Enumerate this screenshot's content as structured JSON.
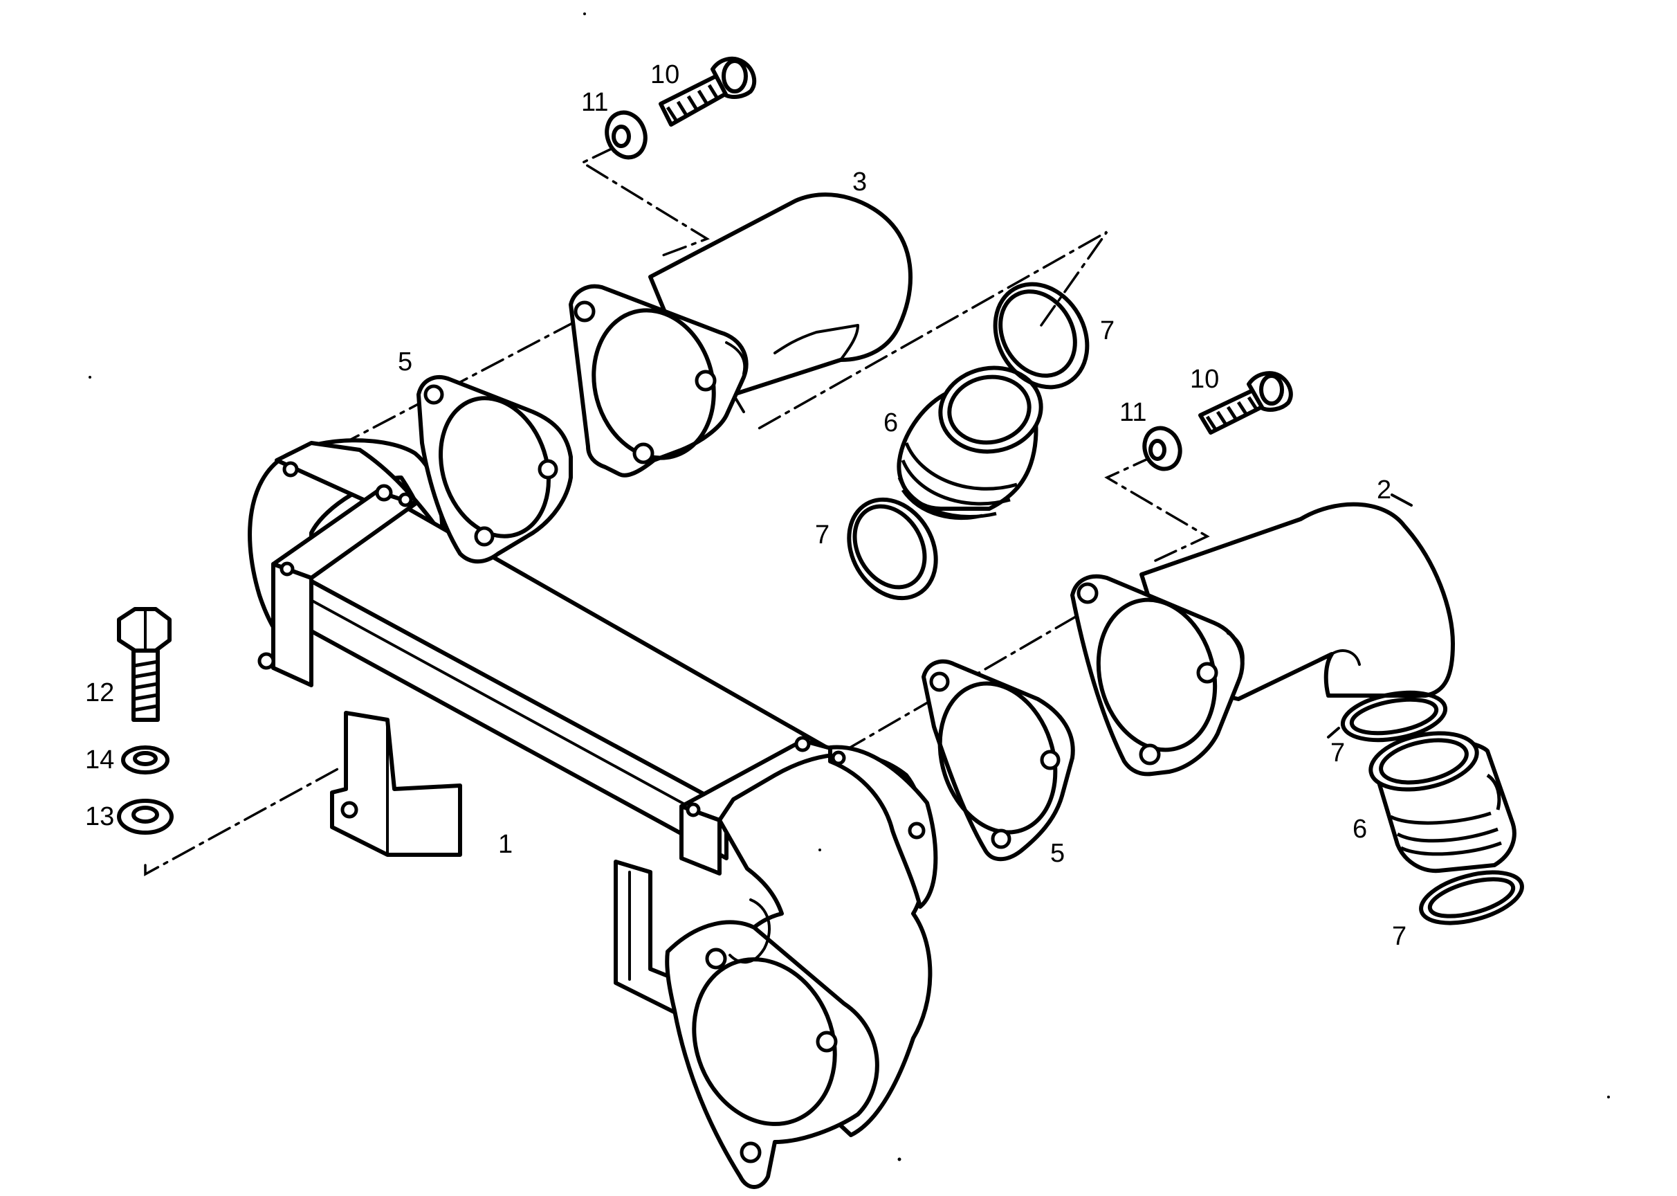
{
  "diagram": {
    "callouts": [
      {
        "id": "c1",
        "text": "1"
      },
      {
        "id": "c2",
        "text": "2"
      },
      {
        "id": "c3",
        "text": "3"
      },
      {
        "id": "c5a",
        "text": "5"
      },
      {
        "id": "c5b",
        "text": "5"
      },
      {
        "id": "c6a",
        "text": "6"
      },
      {
        "id": "c6b",
        "text": "6"
      },
      {
        "id": "c7a",
        "text": "7"
      },
      {
        "id": "c7b",
        "text": "7"
      },
      {
        "id": "c7c",
        "text": "7"
      },
      {
        "id": "c7d",
        "text": "7"
      },
      {
        "id": "c10a",
        "text": "10"
      },
      {
        "id": "c10b",
        "text": "10"
      },
      {
        "id": "c11a",
        "text": "11"
      },
      {
        "id": "c11b",
        "text": "11"
      },
      {
        "id": "c12",
        "text": "12"
      },
      {
        "id": "c13",
        "text": "13"
      },
      {
        "id": "c14",
        "text": "14"
      }
    ]
  }
}
